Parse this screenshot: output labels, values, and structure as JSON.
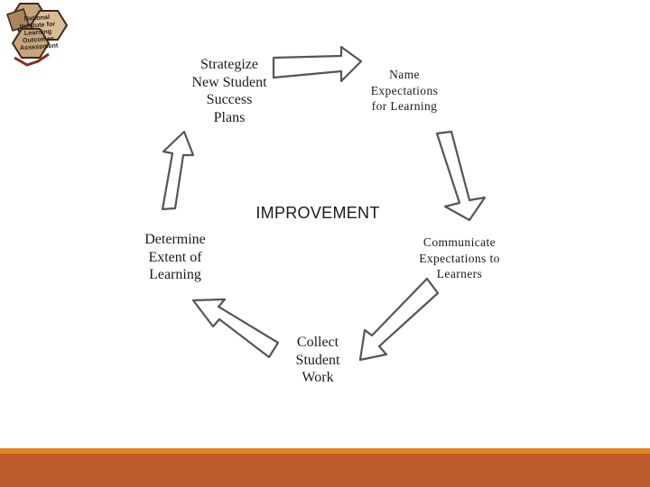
{
  "logo": {
    "lines": [
      "National",
      "Institute for",
      "Learning Outcomes",
      "Assessment"
    ],
    "colors": {
      "hex_tan": "#c7a57a",
      "hex_dark": "#3b2a22",
      "hex_red": "#8e2b22"
    }
  },
  "diagram": {
    "center_label": "IMPROVEMENT",
    "nodes": {
      "strategize": [
        "Strategize",
        "New Student",
        "Success",
        "Plans"
      ],
      "name_expectations": [
        "Name",
        "Expectations",
        "for Learning"
      ],
      "communicate": [
        "Communicate",
        "Expectations to",
        "Learners"
      ],
      "collect": [
        "Collect",
        "Student",
        "Work"
      ],
      "determine": [
        "Determine",
        "Extent of",
        "Learning"
      ]
    },
    "arrow_color": "#555555"
  },
  "footer": {
    "band_color": "#e2861f",
    "base_color": "#bc5a2b"
  }
}
